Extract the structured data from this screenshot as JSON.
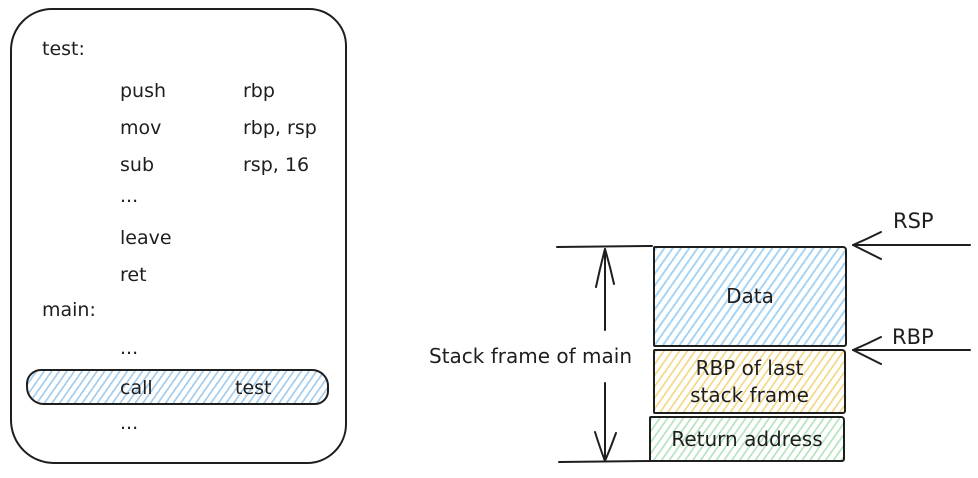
{
  "code_panel": {
    "rows": [
      {
        "kind": "label",
        "text": "test:"
      },
      {
        "kind": "instruction",
        "op": "push",
        "arg": "rbp"
      },
      {
        "kind": "instruction",
        "op": "mov",
        "arg": "rbp, rsp"
      },
      {
        "kind": "instruction",
        "op": "sub",
        "arg": "rsp, 16"
      },
      {
        "kind": "ellipsis",
        "op": "..."
      },
      {
        "kind": "instruction",
        "op": "leave",
        "arg": ""
      },
      {
        "kind": "instruction",
        "op": "ret",
        "arg": ""
      },
      {
        "kind": "label",
        "text": "main:"
      },
      {
        "kind": "ellipsis",
        "op": "..."
      },
      {
        "kind": "instruction",
        "op": "call",
        "arg": "test",
        "highlighted": true
      },
      {
        "kind": "ellipsis",
        "op": "..."
      }
    ]
  },
  "stack_diagram": {
    "extent_label": "Stack frame of main",
    "boxes": [
      {
        "label": "Data",
        "fill": "#a5d8ff"
      },
      {
        "label": "RBP of last\nstack frame",
        "fill": "#ffec99"
      },
      {
        "label": "Return address",
        "fill": "#b2f2bb"
      }
    ],
    "registers": [
      {
        "label": "RSP"
      },
      {
        "label": "RBP"
      }
    ]
  },
  "colors": {
    "stroke": "#1e1e1e",
    "blue_fill": "#a5d8ff",
    "yellow_fill": "#ffec99",
    "green_fill": "#b2f2bb",
    "background": "#ffffff"
  }
}
